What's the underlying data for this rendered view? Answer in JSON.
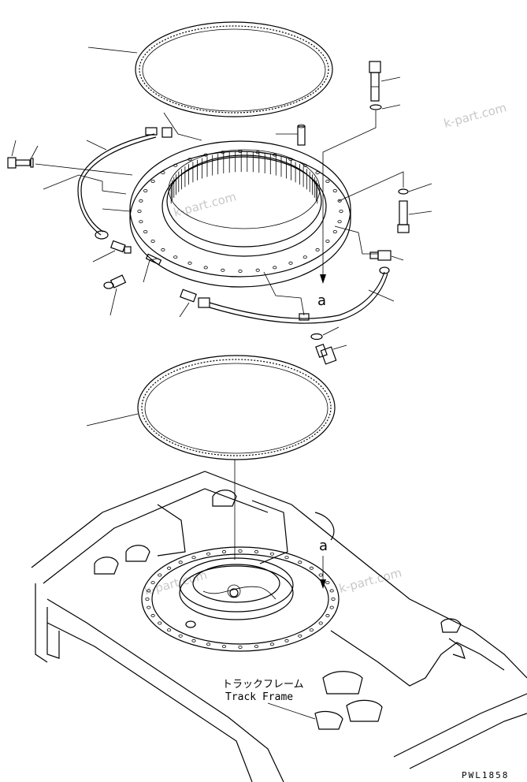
{
  "watermarks": [
    "k-part.com",
    "k-part.com",
    "k-part.com",
    "k-part.com"
  ],
  "reference_marks": [
    "a",
    "a"
  ],
  "frame_label_jp": "トラックフレーム",
  "frame_label_en": "Track Frame",
  "drawing_code": "PWL1858"
}
